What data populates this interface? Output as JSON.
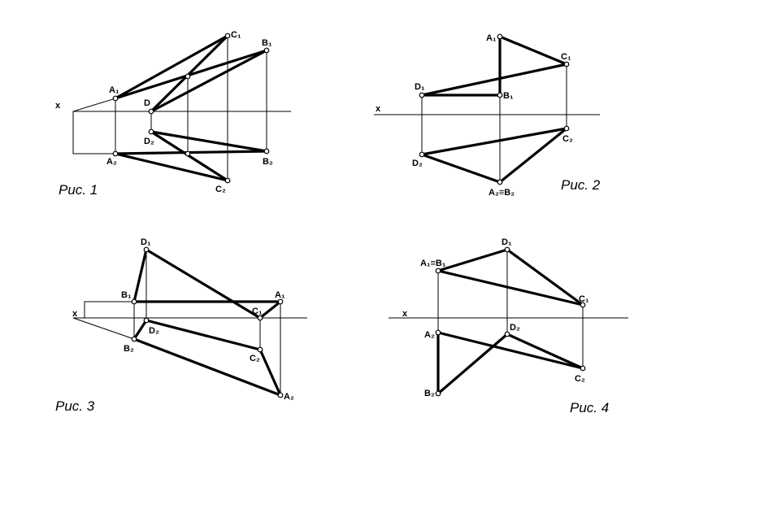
{
  "axis_label": "x",
  "fig1": {
    "caption": "Рис. 1",
    "labels": {
      "A1": "A₁",
      "B1": "B₁",
      "C1": "C₁",
      "D": "D",
      "A2": "A₂",
      "B2": "B₂",
      "C2": "C₂",
      "D2": "D₂"
    }
  },
  "fig2": {
    "caption": "Рис. 2",
    "labels": {
      "A1": "A₁",
      "B1": "B₁",
      "C1": "C₁",
      "D1": "D₁",
      "D2": "D₂",
      "C2": "C₂",
      "A2B2": "A₂≡B₂"
    }
  },
  "fig3": {
    "caption": "Рис. 3",
    "labels": {
      "D1": "D₁",
      "B1": "B₁",
      "A1": "A₁",
      "C1": "C₁",
      "D2": "D₂",
      "B2": "B₂",
      "C2": "C₂",
      "A2": "A₂"
    }
  },
  "fig4": {
    "caption": "Рис. 4",
    "labels": {
      "A1B1": "A₁≡B₁",
      "D1": "D₁",
      "C1": "C₁",
      "A2": "A₂",
      "D2": "D₂",
      "C2": "C₂",
      "B2": "B₂"
    }
  }
}
